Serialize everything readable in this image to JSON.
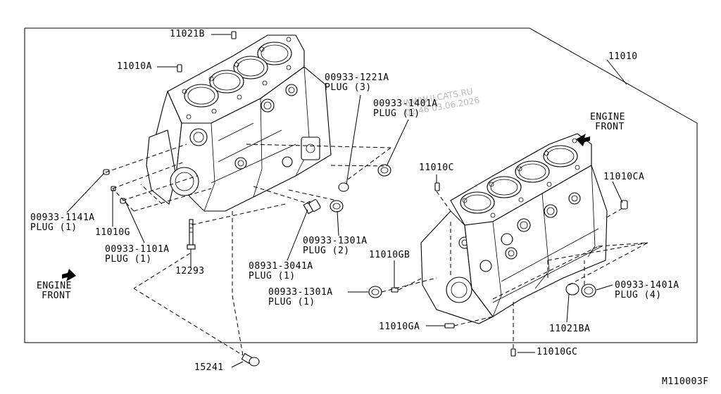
{
  "watermark": {
    "site": "WWW.ILCATS.RU",
    "date": "02.46 03.06.2026"
  },
  "diagram_code": "M110003F",
  "engine_front_labels": [
    {
      "line1": "ENGINE",
      "line2": "FRONT"
    },
    {
      "line1": "ENGINE",
      "line2": "FRONT"
    }
  ],
  "callouts": {
    "p11021B": {
      "code": "11021B"
    },
    "p11010A": {
      "code": "11010A"
    },
    "p11010": {
      "code": "11010"
    },
    "p1221A": {
      "code": "00933-1221A",
      "desc": "PLUG (3)"
    },
    "p1401A_1": {
      "code": "00933-1401A",
      "desc": "PLUG (1)"
    },
    "p11010C": {
      "code": "11010C"
    },
    "p11010CA": {
      "code": "11010CA"
    },
    "p1141A": {
      "code": "00933-1141A",
      "desc": "PLUG (1)"
    },
    "p11010G": {
      "code": "11010G"
    },
    "p1101A": {
      "code": "00933-1101A",
      "desc": "PLUG (1)"
    },
    "p12293": {
      "code": "12293"
    },
    "p1301A_2": {
      "code": "00933-1301A",
      "desc": "PLUG (2)"
    },
    "p3041A": {
      "code": "08931-3041A",
      "desc": "PLUG (1)"
    },
    "p11010GB": {
      "code": "11010GB"
    },
    "p1301A_1": {
      "code": "00933-1301A",
      "desc": "PLUG (1)"
    },
    "p1401A_4": {
      "code": "00933-1401A",
      "desc": "PLUG (4)"
    },
    "p11010GA": {
      "code": "11010GA"
    },
    "p11021BA": {
      "code": "11021BA"
    },
    "p11010GC": {
      "code": "11010GC"
    },
    "p15241": {
      "code": "15241"
    }
  }
}
